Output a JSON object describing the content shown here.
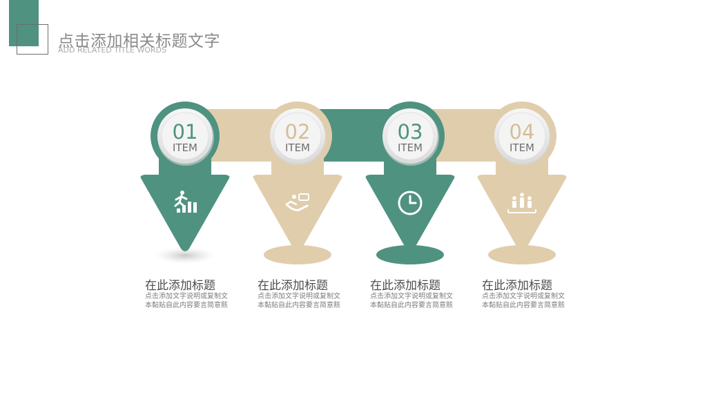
{
  "header": {
    "title": "点击添加相关标题文字",
    "subtitle": "ADD RELATED TITLE WORDS"
  },
  "colors": {
    "green": "#4f9280",
    "beige": "#e0cdac",
    "ring": "#e9e9e9",
    "title_gray": "#8a8a8a"
  },
  "steps": [
    {
      "number": "01",
      "item": "ITEM",
      "title": "在此添加标题",
      "desc": "点击添加文字说明或复制文本黏贴自此内容要言简意赅",
      "color": "green",
      "icon": "person-climbing-bars-icon"
    },
    {
      "number": "02",
      "item": "ITEM",
      "title": "在此添加标题",
      "desc": "点击添加文字说明或复制文本黏贴自此内容要言简意赅",
      "color": "beige",
      "icon": "hand-giving-icon"
    },
    {
      "number": "03",
      "item": "ITEM",
      "title": "在此添加标题",
      "desc": "点击添加文字说明或复制文本黏贴自此内容要言简意赅",
      "color": "green",
      "icon": "clock-icon"
    },
    {
      "number": "04",
      "item": "ITEM",
      "title": "在此添加标题",
      "desc": "点击添加文字说明或复制文本黏贴自此内容要言简意赅",
      "color": "beige",
      "icon": "podium-people-icon"
    }
  ]
}
